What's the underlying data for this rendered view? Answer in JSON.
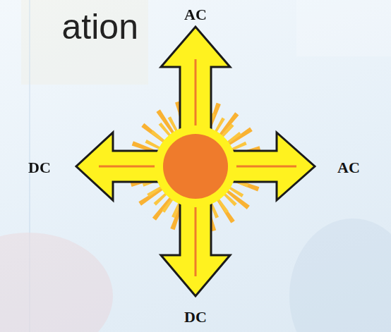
{
  "diagram": {
    "title": "ation",
    "labels": [
      "AC",
      "DC",
      "AC",
      "DC"
    ]
  }
}
